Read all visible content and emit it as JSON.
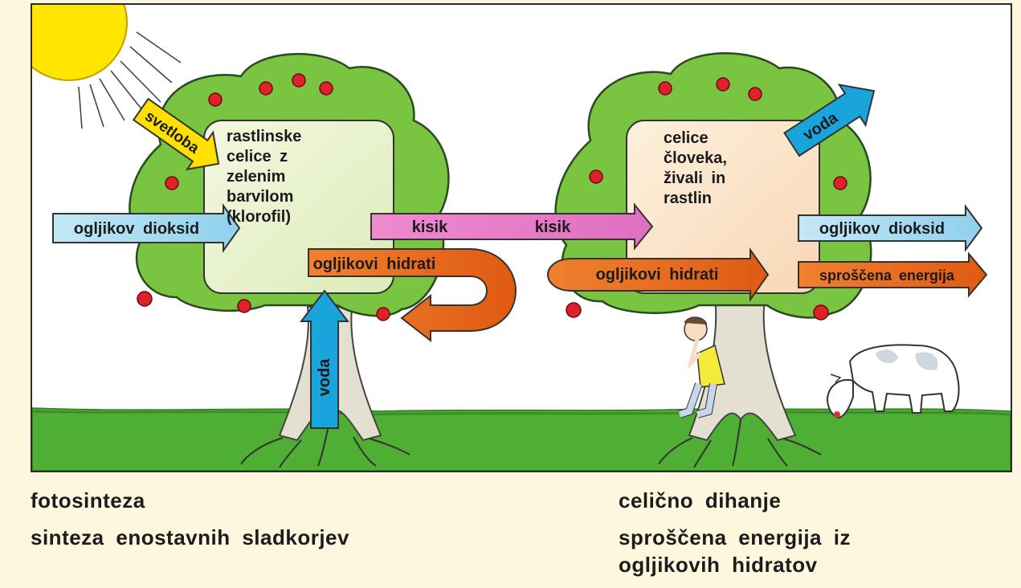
{
  "labels": {
    "plant_cells": [
      "rastlinske",
      "celice  z",
      "zelenim",
      "barvilom",
      "(klorofil)"
    ],
    "animal_cells": [
      "celice",
      "človeka,",
      "živali  in",
      "rastlin"
    ],
    "sunlight": "svetloba",
    "co2_in": "ogljikov  dioksid",
    "co2_out": "ogljikov  dioksid",
    "oxygen_left": "kisik",
    "oxygen_right": "kisik",
    "carbs_left": "ogljikovi  hidrati",
    "carbs_right": "ogljikovi  hidrati",
    "water_up": "voda",
    "water_out": "voda",
    "energy_out": "sproščena  energija"
  },
  "captions": {
    "left_title": "fotosinteza",
    "left_subtitle": "sinteza  enostavnih  sladkorjev",
    "right_title": "celično  dihanje",
    "right_subtitle_lines": [
      "sproščena  energija  iz",
      "ogljikovih  hidratov"
    ]
  },
  "colors": {
    "sun": "#ffe600",
    "foliage": "#79c440",
    "trunk": "#e3e0d2",
    "ground": "#4fae34",
    "apple": "#e0202a",
    "arrow_sunlight": "#ffe000",
    "arrow_co2": "#a8daf0",
    "arrow_oxygen": "#e77cc8",
    "arrow_carbs": "#e86a1f",
    "arrow_water": "#1aa4dc",
    "box_plant": "#e7f1cf",
    "box_animal": "#fbe3c9"
  }
}
